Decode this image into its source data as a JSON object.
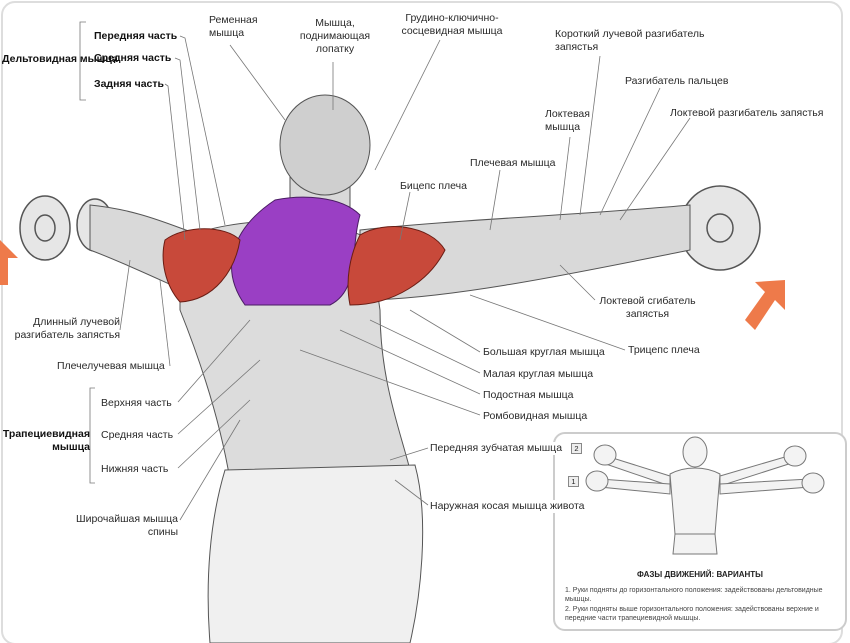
{
  "colors": {
    "deltoid": "#c8493a",
    "trapezius": "#9a3fc4",
    "arrow": "#ee7a4a",
    "muscle": "#d9d9d9"
  },
  "labels": {
    "deltoid_group": "Дельтовидная мышца",
    "deltoid_front": "Передняя часть",
    "deltoid_middle": "Средняя часть",
    "deltoid_rear": "Задняя часть",
    "splenius": "Ременная мышца",
    "levator": "Мышца, поднимающая лопатку",
    "scm": "Грудино-ключично-сосцевидная мышца",
    "ecrb": "Короткий лучевой разгибатель запястья",
    "ext_digitorum": "Разгибатель пальцев",
    "anconeus": "Локтевая мышца",
    "ecu": "Локтевой разгибатель запястья",
    "brachialis": "Плечевая мышца",
    "biceps": "Бицепс плеча",
    "fcu": "Локтевой сгибатель запястья",
    "triceps": "Трицепс плеча",
    "teres_major": "Большая круглая мышца",
    "teres_minor": "Малая круглая мышца",
    "infraspinatus": "Подостная мышца",
    "rhomboid": "Ромбовидная мышца",
    "serratus": "Передняя зубчатая мышца",
    "oblique": "Наружная косая мышца живота",
    "ecrl": "Длинный лучевой разгибатель запястья",
    "brachioradialis": "Плечелучевая мышца",
    "trapezius_group": "Трапециевидная мышца",
    "trap_upper": "Верхняя часть",
    "trap_middle": "Средняя часть",
    "trap_lower": "Нижняя часть",
    "lats": "Широчайшая мышца спины"
  },
  "inset": {
    "title": "ФАЗЫ ДВИЖЕНИЙ: ВАРИАНТЫ",
    "note1": "1. Руки подняты до горизонтального положения: задействованы дельтовидные мышцы.",
    "note2": "2. Руки подняты выше горизонтального положения: задействованы верхние и передние части трапециевидной мышцы.",
    "badge1": "1",
    "badge2": "2"
  }
}
